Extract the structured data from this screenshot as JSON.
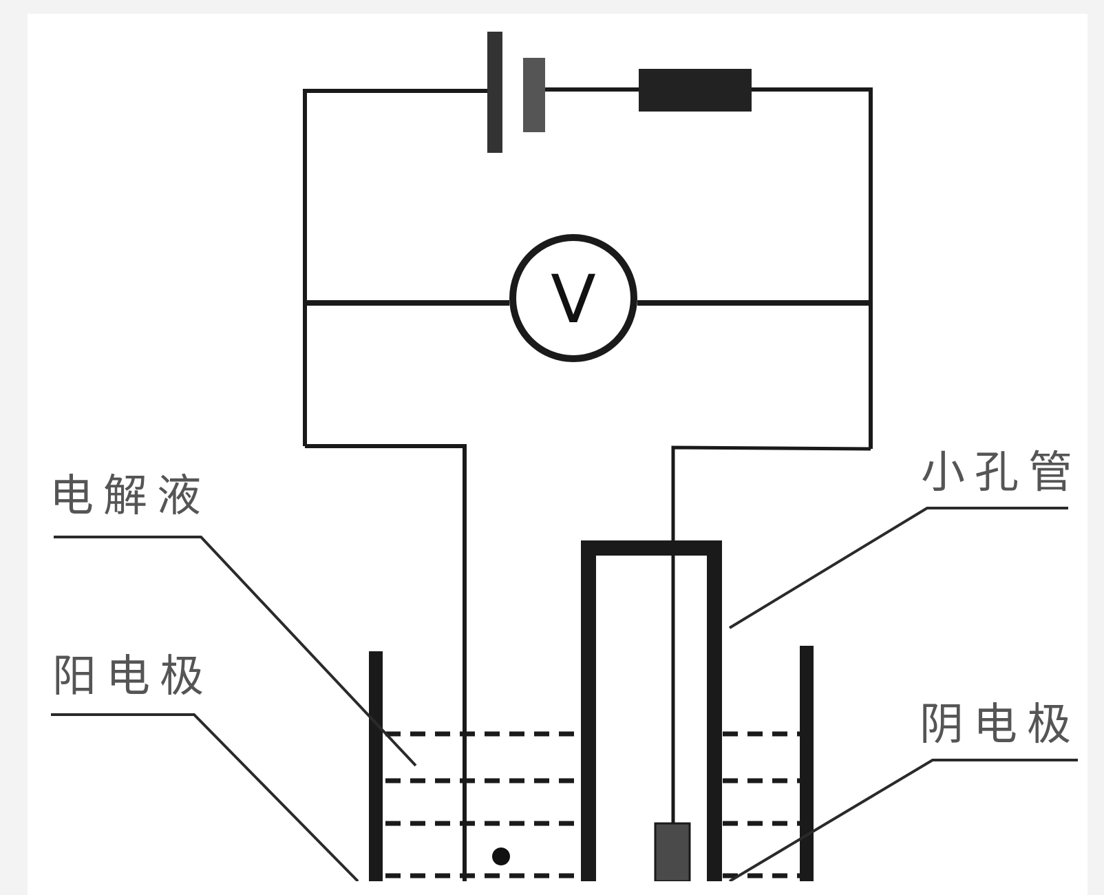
{
  "labels": {
    "electrolyte": "电解液",
    "anode": "阳电极",
    "aperture_tube": "小孔管",
    "cathode": "阴电极"
  },
  "voltmeter": {
    "symbol": "V"
  },
  "colors": {
    "wire": "#1a1a1a",
    "label_text": "#555555",
    "resistor": "#222222",
    "cathode_block": "#4a4a4a",
    "background": "#ffffff",
    "outer_background": "#f3f3f3"
  }
}
